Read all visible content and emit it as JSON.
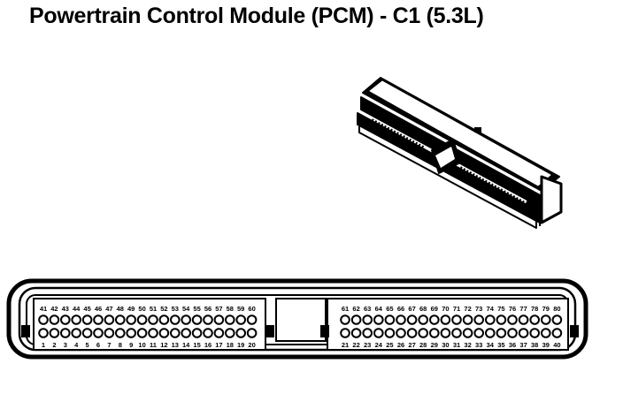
{
  "title": "Powertrain Control Module (PCM) - C1 (5.3L)",
  "connector": {
    "left_top_pins": [
      "41",
      "42",
      "43",
      "44",
      "45",
      "46",
      "47",
      "48",
      "49",
      "50",
      "51",
      "52",
      "53",
      "54",
      "55",
      "56",
      "57",
      "58",
      "59",
      "60"
    ],
    "left_bottom_pins": [
      "1",
      "2",
      "3",
      "4",
      "5",
      "6",
      "7",
      "8",
      "9",
      "10",
      "11",
      "12",
      "13",
      "14",
      "15",
      "16",
      "17",
      "18",
      "19",
      "20"
    ],
    "right_top_pins": [
      "61",
      "62",
      "63",
      "64",
      "65",
      "66",
      "67",
      "68",
      "69",
      "70",
      "71",
      "72",
      "73",
      "74",
      "75",
      "76",
      "77",
      "78",
      "79",
      "80"
    ],
    "right_bottom_pins": [
      "21",
      "22",
      "23",
      "24",
      "25",
      "26",
      "27",
      "28",
      "29",
      "30",
      "31",
      "32",
      "33",
      "34",
      "35",
      "36",
      "37",
      "38",
      "39",
      "40"
    ]
  },
  "colors": {
    "ink": "#000000",
    "background": "#ffffff"
  }
}
